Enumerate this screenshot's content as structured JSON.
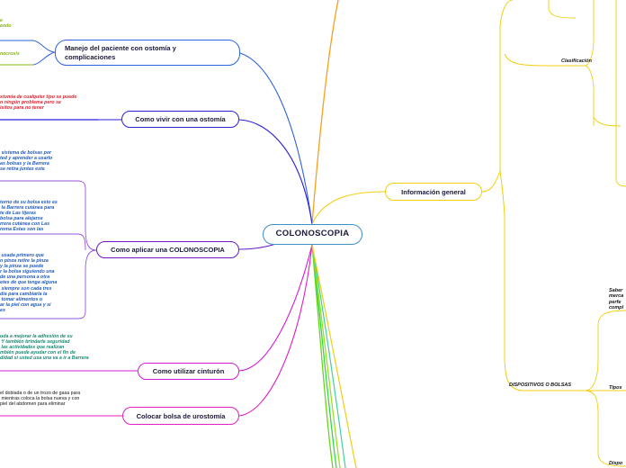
{
  "central": {
    "label": "COLONOSCOPIA"
  },
  "left_topics": {
    "manejo": "Manejo del paciente con ostomía y\ncomplicaciones",
    "vivir": "Como vivir con una ostomía",
    "aplicar": "Como aplicar una COLONOSCOPIA",
    "cinturon": "Como utilizar cinturón",
    "urostomia": "Colocar bolsa de urostomía"
  },
  "right_topics": {
    "info": "Información general"
  },
  "notes": {
    "manejo_a": "e\nendo",
    "manejo_b": "necrosis",
    "vivir": "stomía de cualquier tipo se puede\nn ningún problema pero se\nisitos para no tener",
    "aplicar_a": " sistema de bolsas por\nted y aprender a usarlo\nas bolsas y la Barrera\nse retira juntas este",
    "aplicar_b": "torno de su bolsa esto es\n la Barrera cutánea para\nte de Las tijeras\nbolsa para alejarse\nrrera cutánea con Las\nroma Estas son las",
    "aplicar_c": " usada primero que\nn pinza retire la pinza\ny la pinza se puede\nr la bolsa siguiendo una\nde una persona a otra\netes de que tenga alguna\n siempre son cada tres\ndia para cambiarla la\n tomar alimentos o\nar la piel con agua y si\nes",
    "cinturon": "uda a mejorar la adhesión de su\n Y también brindarle seguridad\n las actividades que realizan\nmbién puede ayudar con el fin de\ndidad si usted usa una va a ir a Barrera\n",
    "urostomia": "el doblada o de un trozo de gasa para\n mientras coloca la bolsa nueva y con\npiel del abdomen para eliminar"
  },
  "right_labels": {
    "clasificacion": "Clasificación",
    "dispositivos": "DISPOSITIVOS O BOLSAS",
    "saber": "Saber\nmerca\nperfe\ncompl",
    "tipos": "Tipos",
    "disp": "Dispo"
  },
  "colors": {
    "central_border": "#3f8fc8",
    "manejo": "#2f62e0",
    "vivir": "#2a1fd9",
    "aplicar": "#6a18c8",
    "cinturon": "#d21ad6",
    "urostomia": "#e11ec0",
    "info": "#f1cf10",
    "top_orange": "#f5a020",
    "bottom_green": "#6dd41a"
  }
}
